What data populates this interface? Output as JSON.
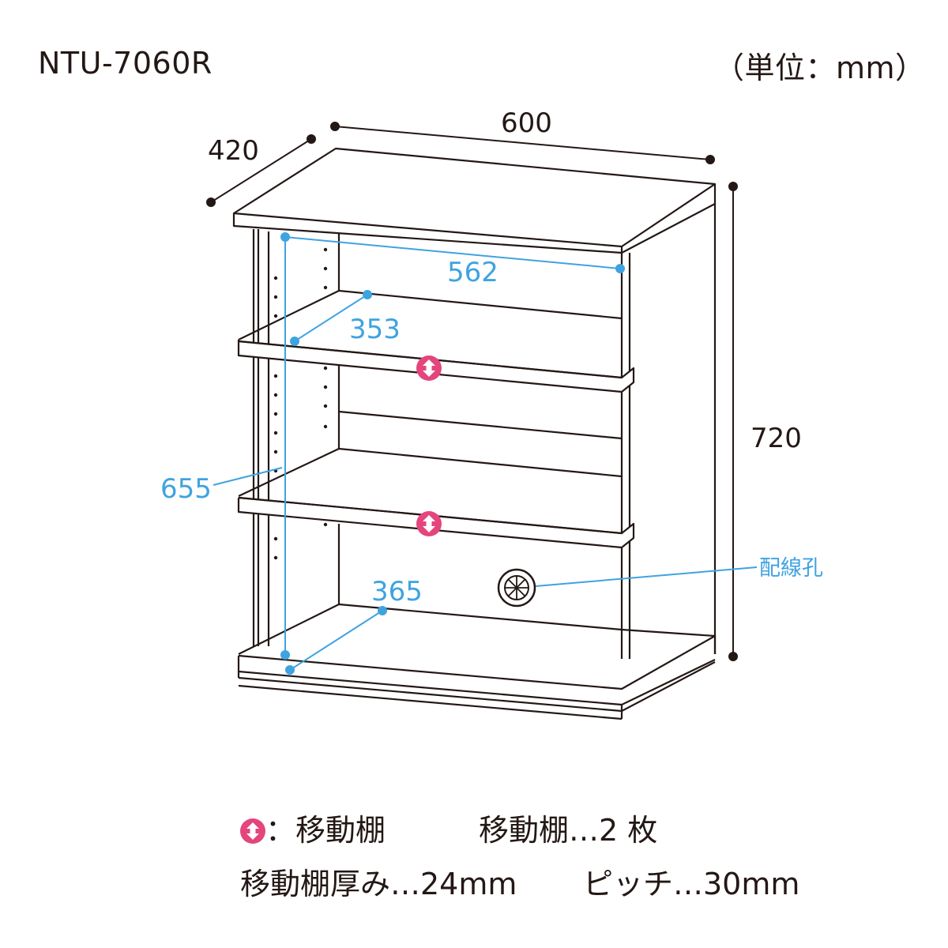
{
  "header": {
    "model": "NTU-7060R",
    "unit": "（単位：mm）"
  },
  "dimensions": {
    "width": "600",
    "depth": "420",
    "height": "720",
    "inner_width": "562",
    "shelf_depth": "353",
    "inner_height": "655",
    "bottom_depth": "365"
  },
  "labels": {
    "wiring_hole": "配線孔"
  },
  "legend": {
    "movable_shelf": "：移動棚",
    "shelf_count": "移動棚…2 枚",
    "thickness": "移動棚厚み…24mm",
    "pitch": "ピッチ…30mm"
  },
  "colors": {
    "outline": "#231815",
    "dimension_blue": "#3fa3e0",
    "marker_pink": "#e4457d"
  },
  "icons": {
    "movable_shelf_marker": "up-down-arrow-circle-icon",
    "wiring_hole": "cable-hole-icon"
  }
}
